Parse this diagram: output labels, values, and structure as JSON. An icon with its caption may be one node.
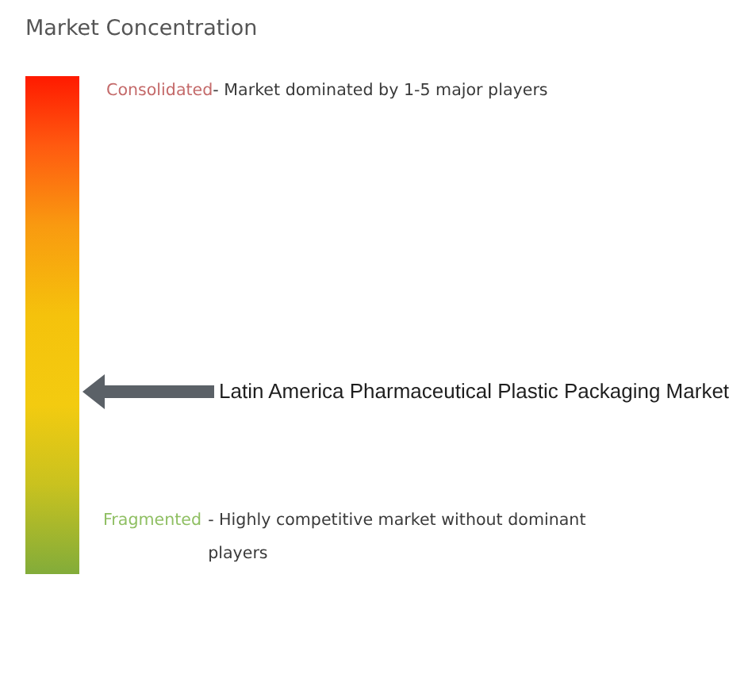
{
  "diagram": {
    "title": "Market Concentration",
    "nodes": [
      {
        "text": [],
        "shape": "bar"
      },
      {
        "text": [
          "Latin America Pharmaceutical Plastic Packaging Market"
        ]
      }
    ],
    "edges": [
      {
        "from": 1,
        "to": 0,
        "arrow": "to"
      }
    ],
    "labels": [
      "Consolidated",
      "- Market dominated by 1-5 major players",
      "Fragmented",
      "- Highly competitive market without dominant players"
    ]
  }
}
